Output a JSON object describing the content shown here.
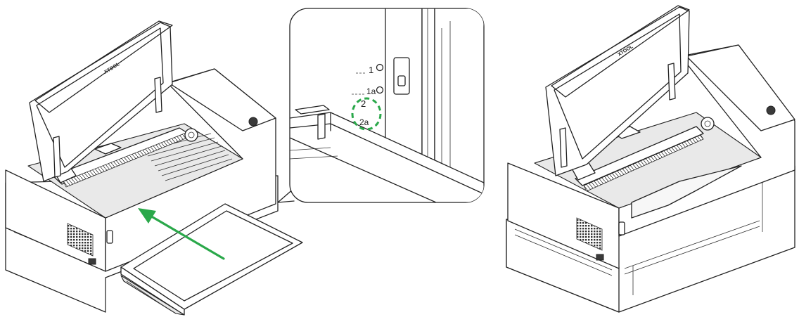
{
  "brand": {
    "logo_text": "XTOOL"
  },
  "callout": {
    "markers": [
      "1",
      "1a",
      "2",
      "2a"
    ]
  },
  "colors": {
    "arrow": "#2aa84a",
    "highlight_circle": "#2aa84a",
    "line": "#222222"
  },
  "icons": {
    "insert_arrow": "arrow-icon"
  }
}
